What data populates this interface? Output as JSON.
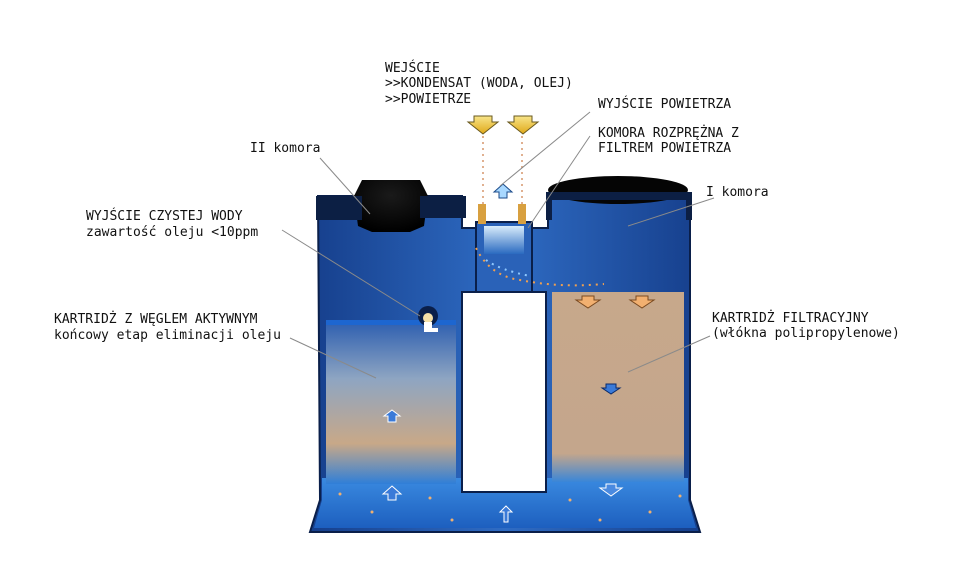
{
  "labels": {
    "inlet_title": "WEJŚCIE",
    "inlet_line1": ">>KONDENSAT (WODA, OLEJ)",
    "inlet_line2": ">>POWIETRZE",
    "air_outlet": "WYJŚCIE POWIETRZA",
    "expansion_chamber_line1": "KOMORA ROZPRĘŻNA Z",
    "expansion_chamber_line2": "FILTREM POWIETRZA",
    "chamber_2": "II komora",
    "chamber_1": "I komora",
    "clean_water_line1": "WYJŚCIE CZYSTEJ WODY",
    "clean_water_line2": "zawartość oleju <10ppm",
    "carbon_cartridge_line1": "KARTRIDŻ Z WĘGLEM AKTYWNYM",
    "carbon_cartridge_line2": "końcowy etap eliminacji oleju",
    "filter_cartridge_line1": "KARTRIDŻ FILTRACYJNY",
    "filter_cartridge_line2": "(włókna polipropylenowe)"
  },
  "colors": {
    "tank_body": "#2a62b8",
    "tank_dark": "#0d2a66",
    "tank_outline": "#0a1f4a",
    "water": "#2f7fd8",
    "filter_media": "#c9a98a",
    "carbon_media": "#8aa0b8",
    "arrow_yellow": "#f3d23a",
    "arrow_blue": "#6fb7f0",
    "arrow_orange": "#f0a050"
  }
}
